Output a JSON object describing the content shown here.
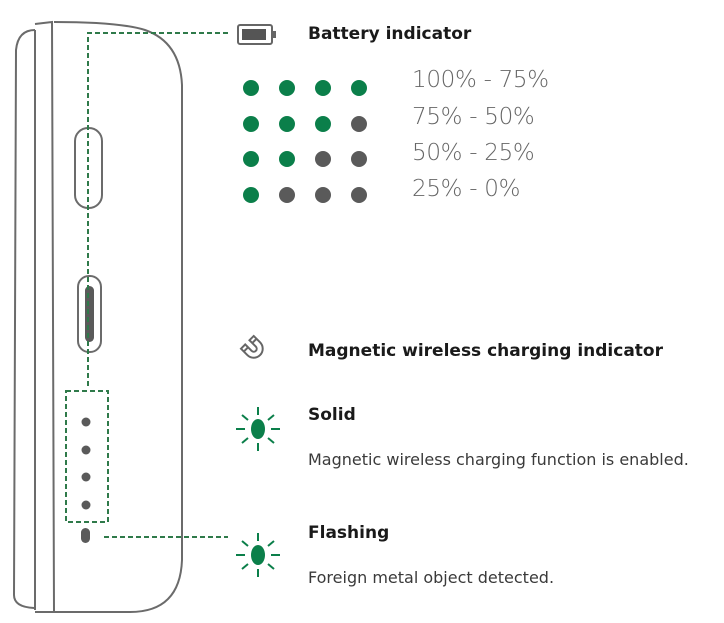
{
  "colors": {
    "green": "#0b7f4a",
    "grey": "#5a5a5a",
    "outline": "#6b6b6b",
    "leader": "#2f7a4a"
  },
  "battery": {
    "icon": "battery-icon",
    "title": "Battery indicator",
    "levels": [
      {
        "range": "100% - 75%",
        "lit": 4,
        "total": 4
      },
      {
        "range": "75% - 50%",
        "lit": 3,
        "total": 4
      },
      {
        "range": "50% - 25%",
        "lit": 2,
        "total": 4
      },
      {
        "range": "25% - 0%",
        "lit": 1,
        "total": 4
      }
    ]
  },
  "magnetic": {
    "icon": "magnet-icon",
    "title": "Magnetic wireless charging indicator",
    "states": [
      {
        "icon": "led-glow-icon",
        "name": "Solid",
        "description": "Magnetic wireless charging function is enabled."
      },
      {
        "icon": "led-glow-icon",
        "name": "Flashing",
        "description": "Foreign metal object detected."
      }
    ]
  }
}
